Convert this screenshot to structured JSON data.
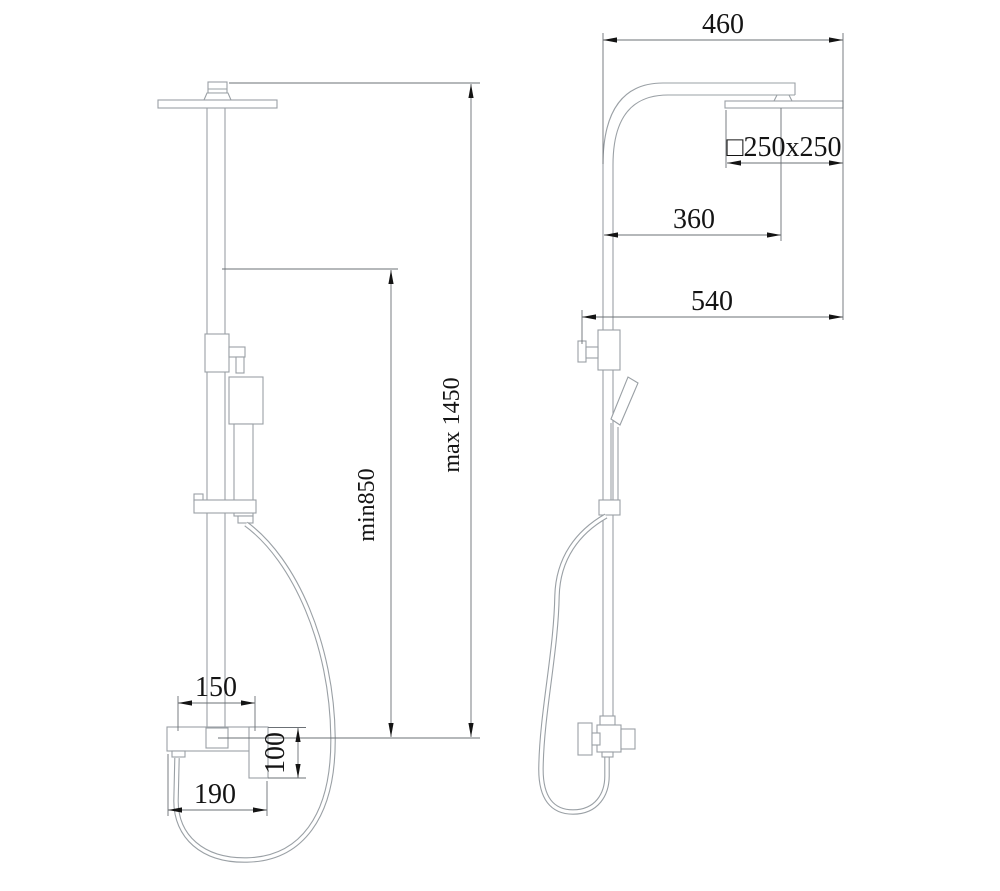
{
  "drawing": {
    "dimensions": {
      "top_width": "460",
      "head_size": "□250x250",
      "arm_reach": "360",
      "total_reach": "540",
      "max_height": "max 1450",
      "min_height": "min850",
      "inlet_spacing": "150",
      "outlet_drop": "100",
      "mixer_width": "190"
    },
    "colors": {
      "background": "#ffffff",
      "geometry_line": "#9aa0a5",
      "dimension_line": "#6b7075",
      "text": "#141414"
    }
  }
}
